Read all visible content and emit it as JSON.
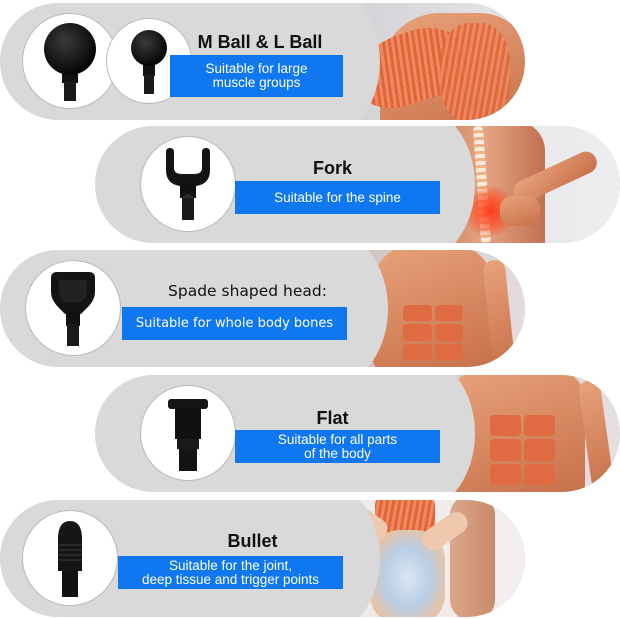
{
  "page": {
    "description": "Massage gun attachment heads guide",
    "accent_color": "#0f78f0",
    "pill_color": "#d9d9d9"
  },
  "attachments": [
    {
      "title": "M Ball & L Ball",
      "description": "Suitable for large\nmuscle groups",
      "icon": "ball-heads-icon",
      "photo": "shoulder-back-muscles"
    },
    {
      "title": "Fork",
      "description": "Suitable for the spine",
      "icon": "fork-head-icon",
      "photo": "lower-back-spine-pain"
    },
    {
      "title": "Spade shaped head:",
      "description": "Suitable for whole body bones",
      "icon": "spade-head-icon",
      "photo": "torso-abdominal-muscles"
    },
    {
      "title": "Flat",
      "description": "Suitable for all parts\nof the body",
      "icon": "flat-head-icon",
      "photo": "abdominal-muscles"
    },
    {
      "title": "Bullet",
      "description": "Suitable for the joint,\ndeep tissue and trigger points",
      "icon": "bullet-head-icon",
      "photo": "knee-joint"
    }
  ]
}
